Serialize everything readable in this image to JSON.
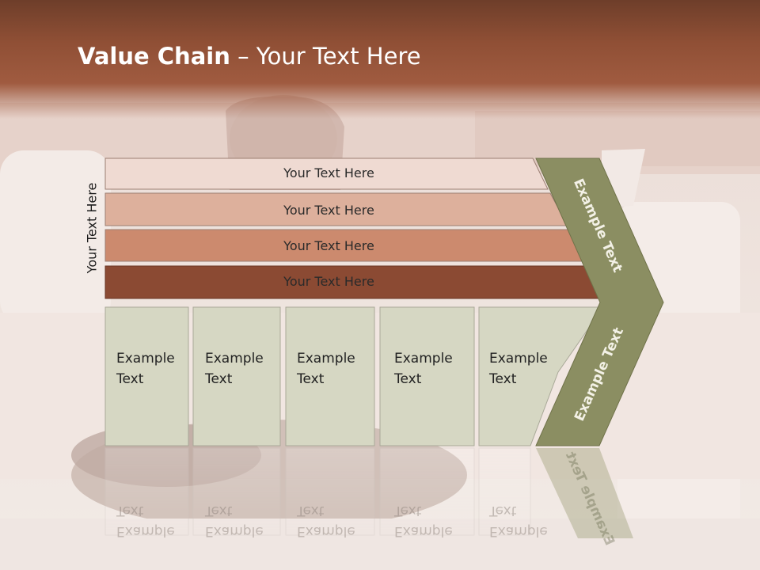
{
  "slide": {
    "title_bold": "Value Chain",
    "title_rest": " – Your Text Here",
    "vertical_label": "Your Text Here"
  },
  "rows": [
    {
      "label": "Your Text Here",
      "color": "#efdad2"
    },
    {
      "label": "Your Text Here",
      "color": "#ddb09c"
    },
    {
      "label": "Your Text Here",
      "color": "#cc8a6e"
    },
    {
      "label": "Your Text Here",
      "color": "#8b4a33"
    }
  ],
  "boxes": [
    {
      "line1": "Example",
      "line2": "Text"
    },
    {
      "line1": "Example",
      "line2": "Text"
    },
    {
      "line1": "Example",
      "line2": "Text"
    },
    {
      "line1": "Example",
      "line2": "Text"
    },
    {
      "line1": "Example",
      "line2": "Text"
    }
  ],
  "chevron": {
    "top_label": "Example Text",
    "bottom_label": "Example Text",
    "color": "#8b8e62"
  },
  "colors": {
    "header": "#8f4f35",
    "box_fill": "#d6d7c3",
    "box_border": "#a9a998"
  }
}
